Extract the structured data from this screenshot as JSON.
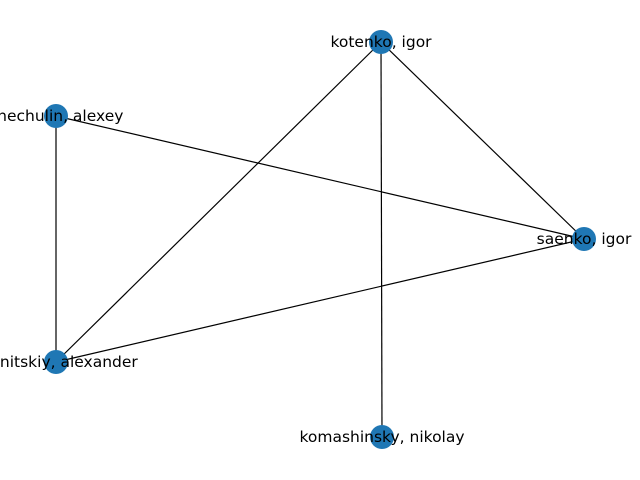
{
  "graph": {
    "node_color": "#1f77b4",
    "edge_color": "#000000",
    "nodes": [
      {
        "id": "kotenko",
        "label": "kotenko, igor"
      },
      {
        "id": "chechulin",
        "label": "chechulin, alexey"
      },
      {
        "id": "saenko",
        "label": "saenko, igor"
      },
      {
        "id": "branitskiy",
        "label": "branitskiy, alexander"
      },
      {
        "id": "komashinsky",
        "label": "komashinsky, nikolay"
      }
    ],
    "edges": [
      {
        "source": "kotenko",
        "target": "saenko"
      },
      {
        "source": "kotenko",
        "target": "branitskiy"
      },
      {
        "source": "kotenko",
        "target": "komashinsky"
      },
      {
        "source": "chechulin",
        "target": "saenko"
      },
      {
        "source": "chechulin",
        "target": "branitskiy"
      },
      {
        "source": "saenko",
        "target": "branitskiy"
      }
    ]
  }
}
